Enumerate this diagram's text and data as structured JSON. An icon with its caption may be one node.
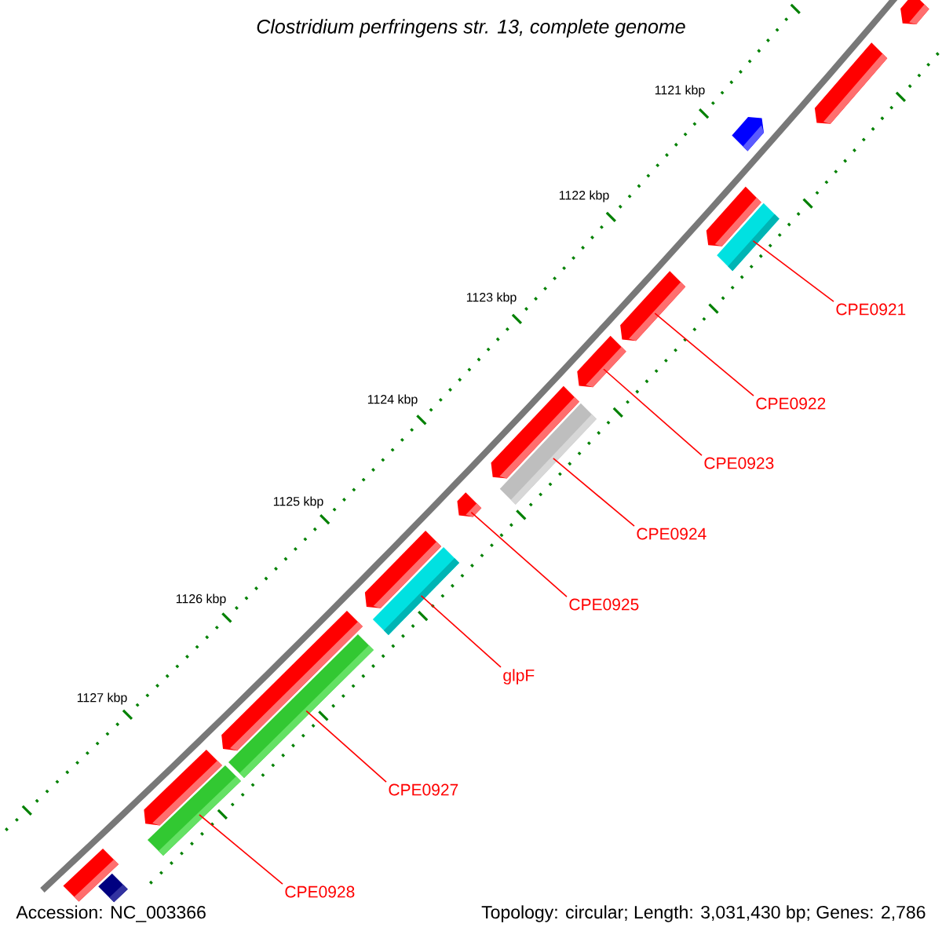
{
  "diagram": {
    "title": "Clostridium perfringens str. 13, complete genome",
    "nodes": [
      {
        "text": [],
        "shape": "bar"
      },
      {
        "text": [],
        "shape": "bar"
      },
      {
        "text": [],
        "shape": "bar"
      },
      {
        "text": [],
        "shape": "bar"
      },
      {
        "text": [],
        "shape": "bar"
      },
      {
        "text": [],
        "shape": "bar"
      },
      {
        "text": [],
        "shape": "bar"
      },
      {
        "text": [],
        "shape": "bar"
      },
      {
        "text": [],
        "shape": "bar"
      },
      {
        "text": [],
        "shape": "bar"
      },
      {
        "text": [],
        "shape": "bar"
      },
      {
        "text": [],
        "shape": "bar"
      },
      {
        "text": [],
        "shape": "bar"
      },
      {
        "text": [],
        "shape": "bar"
      },
      {
        "text": [],
        "shape": "bar"
      },
      {
        "text": [],
        "shape": "bar"
      },
      {
        "text": [],
        "shape": "bar"
      },
      {
        "text": [],
        "shape": "bar"
      },
      {
        "text": [
          "CPE0921"
        ]
      },
      {
        "text": [
          "CPE0922"
        ]
      },
      {
        "text": [
          "CPE0923"
        ]
      },
      {
        "text": [
          "CPE0924"
        ]
      },
      {
        "text": [
          "CPE0925"
        ]
      },
      {
        "text": [
          "glpF"
        ]
      },
      {
        "text": [
          "CPE0927"
        ]
      },
      {
        "text": [
          "CPE0928"
        ]
      }
    ],
    "edges": [
      {
        "from": 18,
        "to": 4,
        "arrow": "none"
      },
      {
        "from": 19,
        "to": 5,
        "arrow": "none"
      },
      {
        "from": 20,
        "to": 6,
        "arrow": "none"
      },
      {
        "from": 21,
        "to": 8,
        "arrow": "none"
      },
      {
        "from": 22,
        "to": 9,
        "arrow": "none"
      },
      {
        "from": 23,
        "to": 11,
        "arrow": "none"
      },
      {
        "from": 24,
        "to": 13,
        "arrow": "none"
      },
      {
        "from": 25,
        "to": 15,
        "arrow": "none"
      }
    ],
    "labels": [
      "1121 kbp",
      "1122 kbp",
      "1123 kbp",
      "1124 kbp",
      "1125 kbp",
      "1126 kbp",
      "1127 kbp",
      "Accession: NC_003366",
      "Topology: circular; Length: 3,031,430 bp; Genes: 2,786"
    ]
  }
}
